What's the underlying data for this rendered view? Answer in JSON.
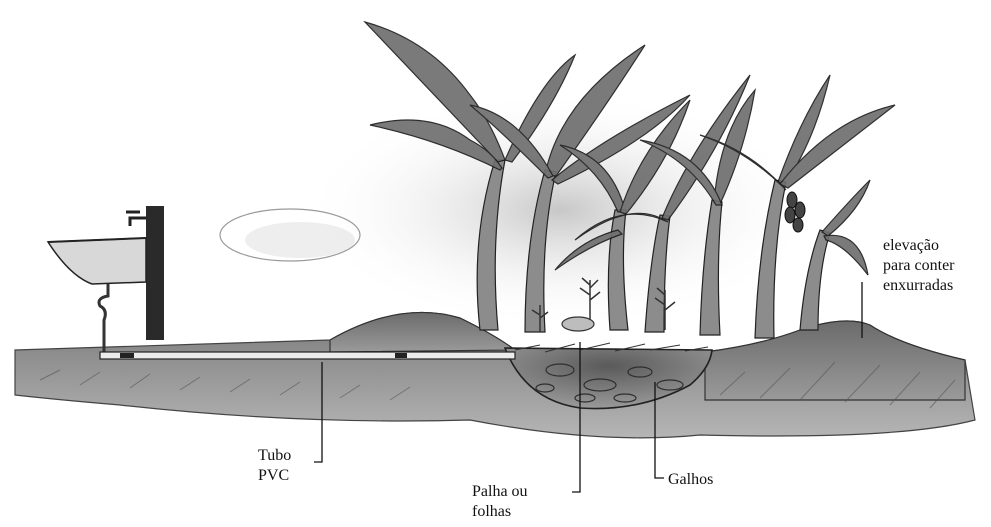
{
  "labels": {
    "tubo_line1": "Tubo",
    "tubo_line2": "PVC",
    "palha_line1": "Palha ou",
    "palha_line2": "folhas",
    "galhos": "Galhos",
    "elevacao_line1": "elevação",
    "elevacao_line2": "para conter",
    "elevacao_line3": "enxurradas"
  },
  "colors": {
    "ink": "#1a1a1a",
    "ground": "#8a8a8a",
    "leaf": "#5c5c5c",
    "background": "#ffffff"
  }
}
